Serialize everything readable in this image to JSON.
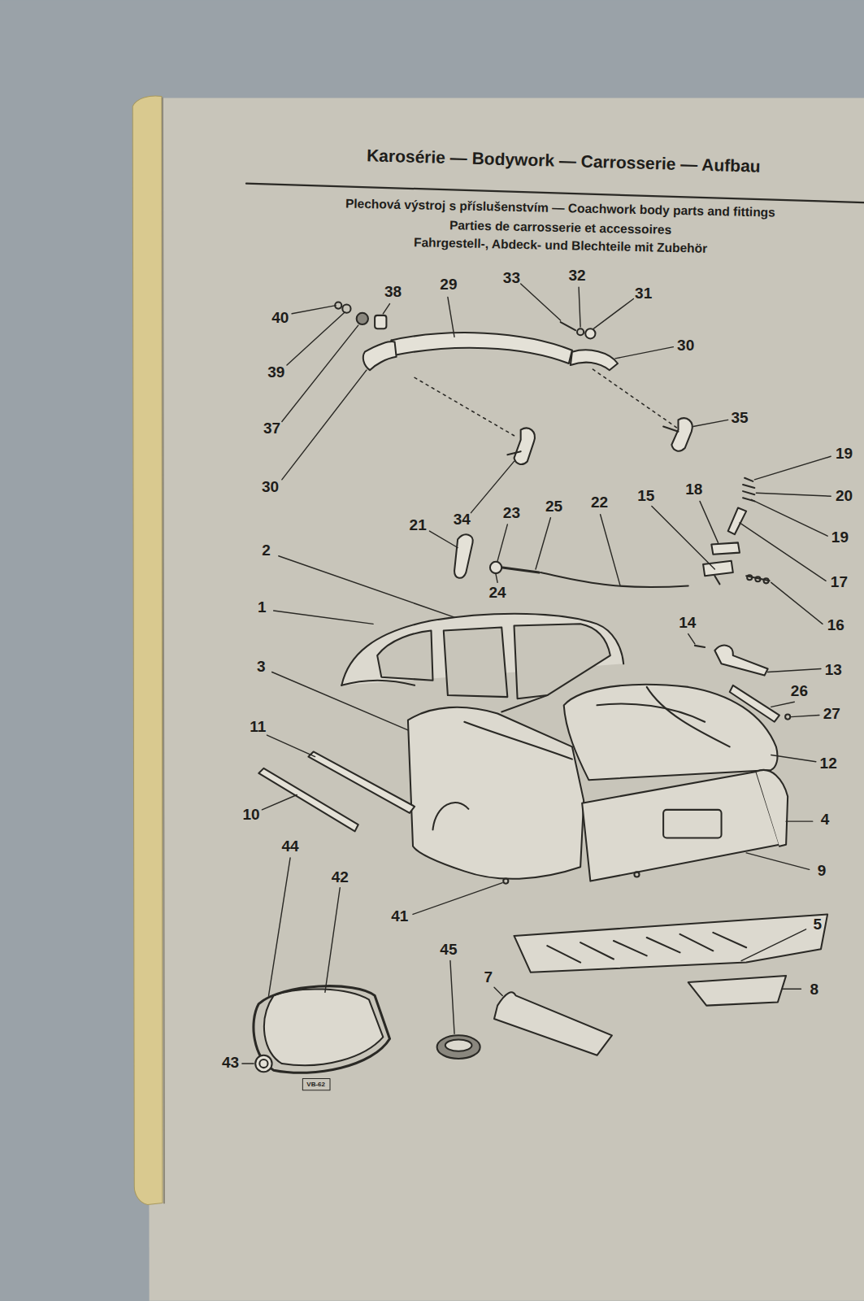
{
  "diagram": {
    "title": "Karosérie — Bodywork — Carrosserie — Aufbau",
    "labels": [
      "Plechová výstroj s příslušenstvím — Coachwork body parts and fittings",
      "Parties de carrosserie et accessoires",
      "Fahrgestell-, Abdeck- und Blechteile mit Zubehör",
      "40",
      "38",
      "29",
      "33",
      "32",
      "31",
      "30",
      "39",
      "37",
      "35",
      "30",
      "19",
      "20",
      "34",
      "23",
      "25",
      "22",
      "15",
      "18",
      "19",
      "21",
      "2",
      "24",
      "17",
      "16",
      "1",
      "14",
      "13",
      "3",
      "26",
      "27",
      "11",
      "12",
      "10",
      "4",
      "9",
      "44",
      "42",
      "41",
      "45",
      "5",
      "7",
      "8",
      "43",
      "VB-62"
    ]
  }
}
